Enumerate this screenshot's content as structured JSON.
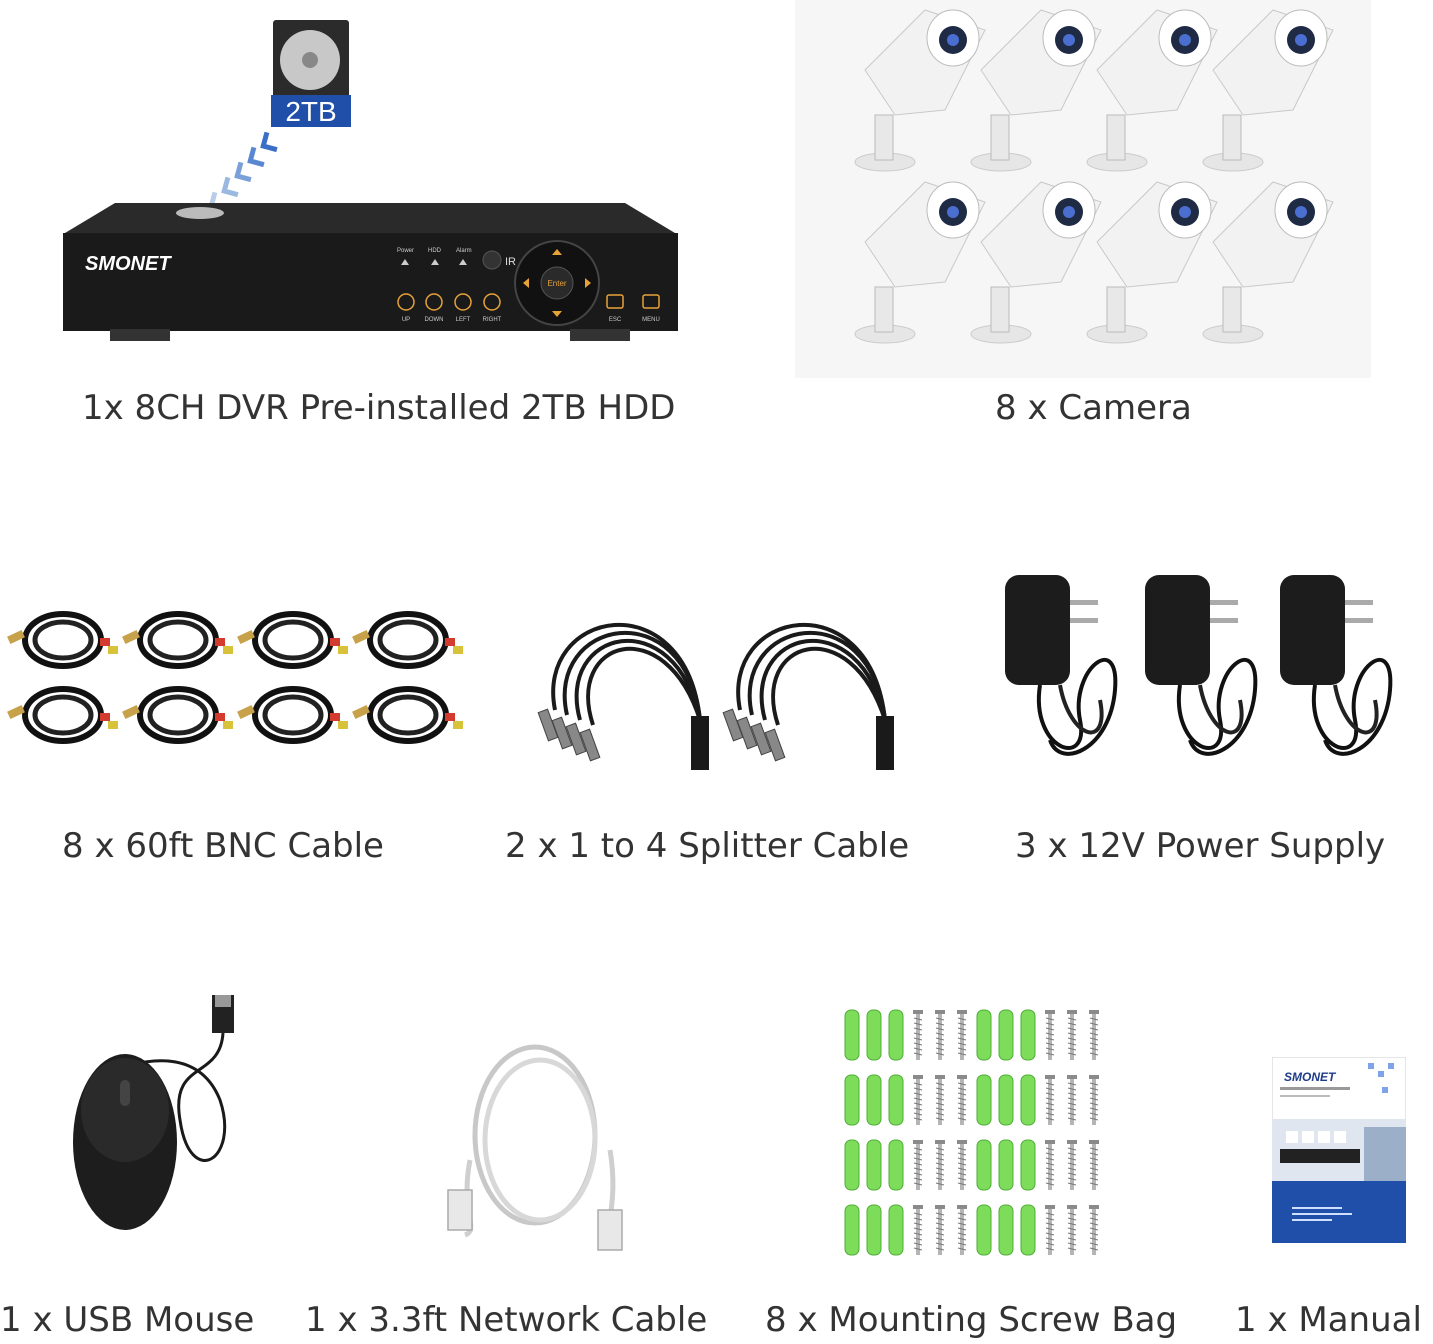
{
  "items": [
    {
      "caption": "1x 8CH DVR Pre-installed 2TB HDD",
      "icon": "dvr-icon"
    },
    {
      "caption": "8 x Camera",
      "icon": "camera-icon"
    },
    {
      "caption": "8 x 60ft BNC Cable",
      "icon": "bnc-cable-icon"
    },
    {
      "caption": "2 x 1 to 4 Splitter Cable",
      "icon": "splitter-cable-icon"
    },
    {
      "caption": "3 x 12V Power Supply",
      "icon": "power-supply-icon"
    },
    {
      "caption": "1 x USB Mouse",
      "icon": "usb-mouse-icon"
    },
    {
      "caption": "1 x 3.3ft Network Cable",
      "icon": "network-cable-icon"
    },
    {
      "caption": "8 x Mounting Screw Bag",
      "icon": "screw-bag-icon"
    },
    {
      "caption": "1 x Manual",
      "icon": "manual-icon"
    }
  ],
  "dvr": {
    "brand": "SMONET",
    "hdd_label": "2TB",
    "ir_label": "IR",
    "enter_label": "Enter",
    "indicators": [
      "Power",
      "HDD",
      "Alarm"
    ],
    "buttons": [
      "UP",
      "DOWN",
      "LEFT",
      "RIGHT",
      "ESC",
      "MENU"
    ]
  },
  "manual": {
    "brand": "SMONET"
  },
  "colors": {
    "dvr_body": "#1a1a1a",
    "hdd_badge": "#1f4fa8",
    "anchor_green": "#7ddc5a",
    "dvr_button": "#e8a23a"
  }
}
